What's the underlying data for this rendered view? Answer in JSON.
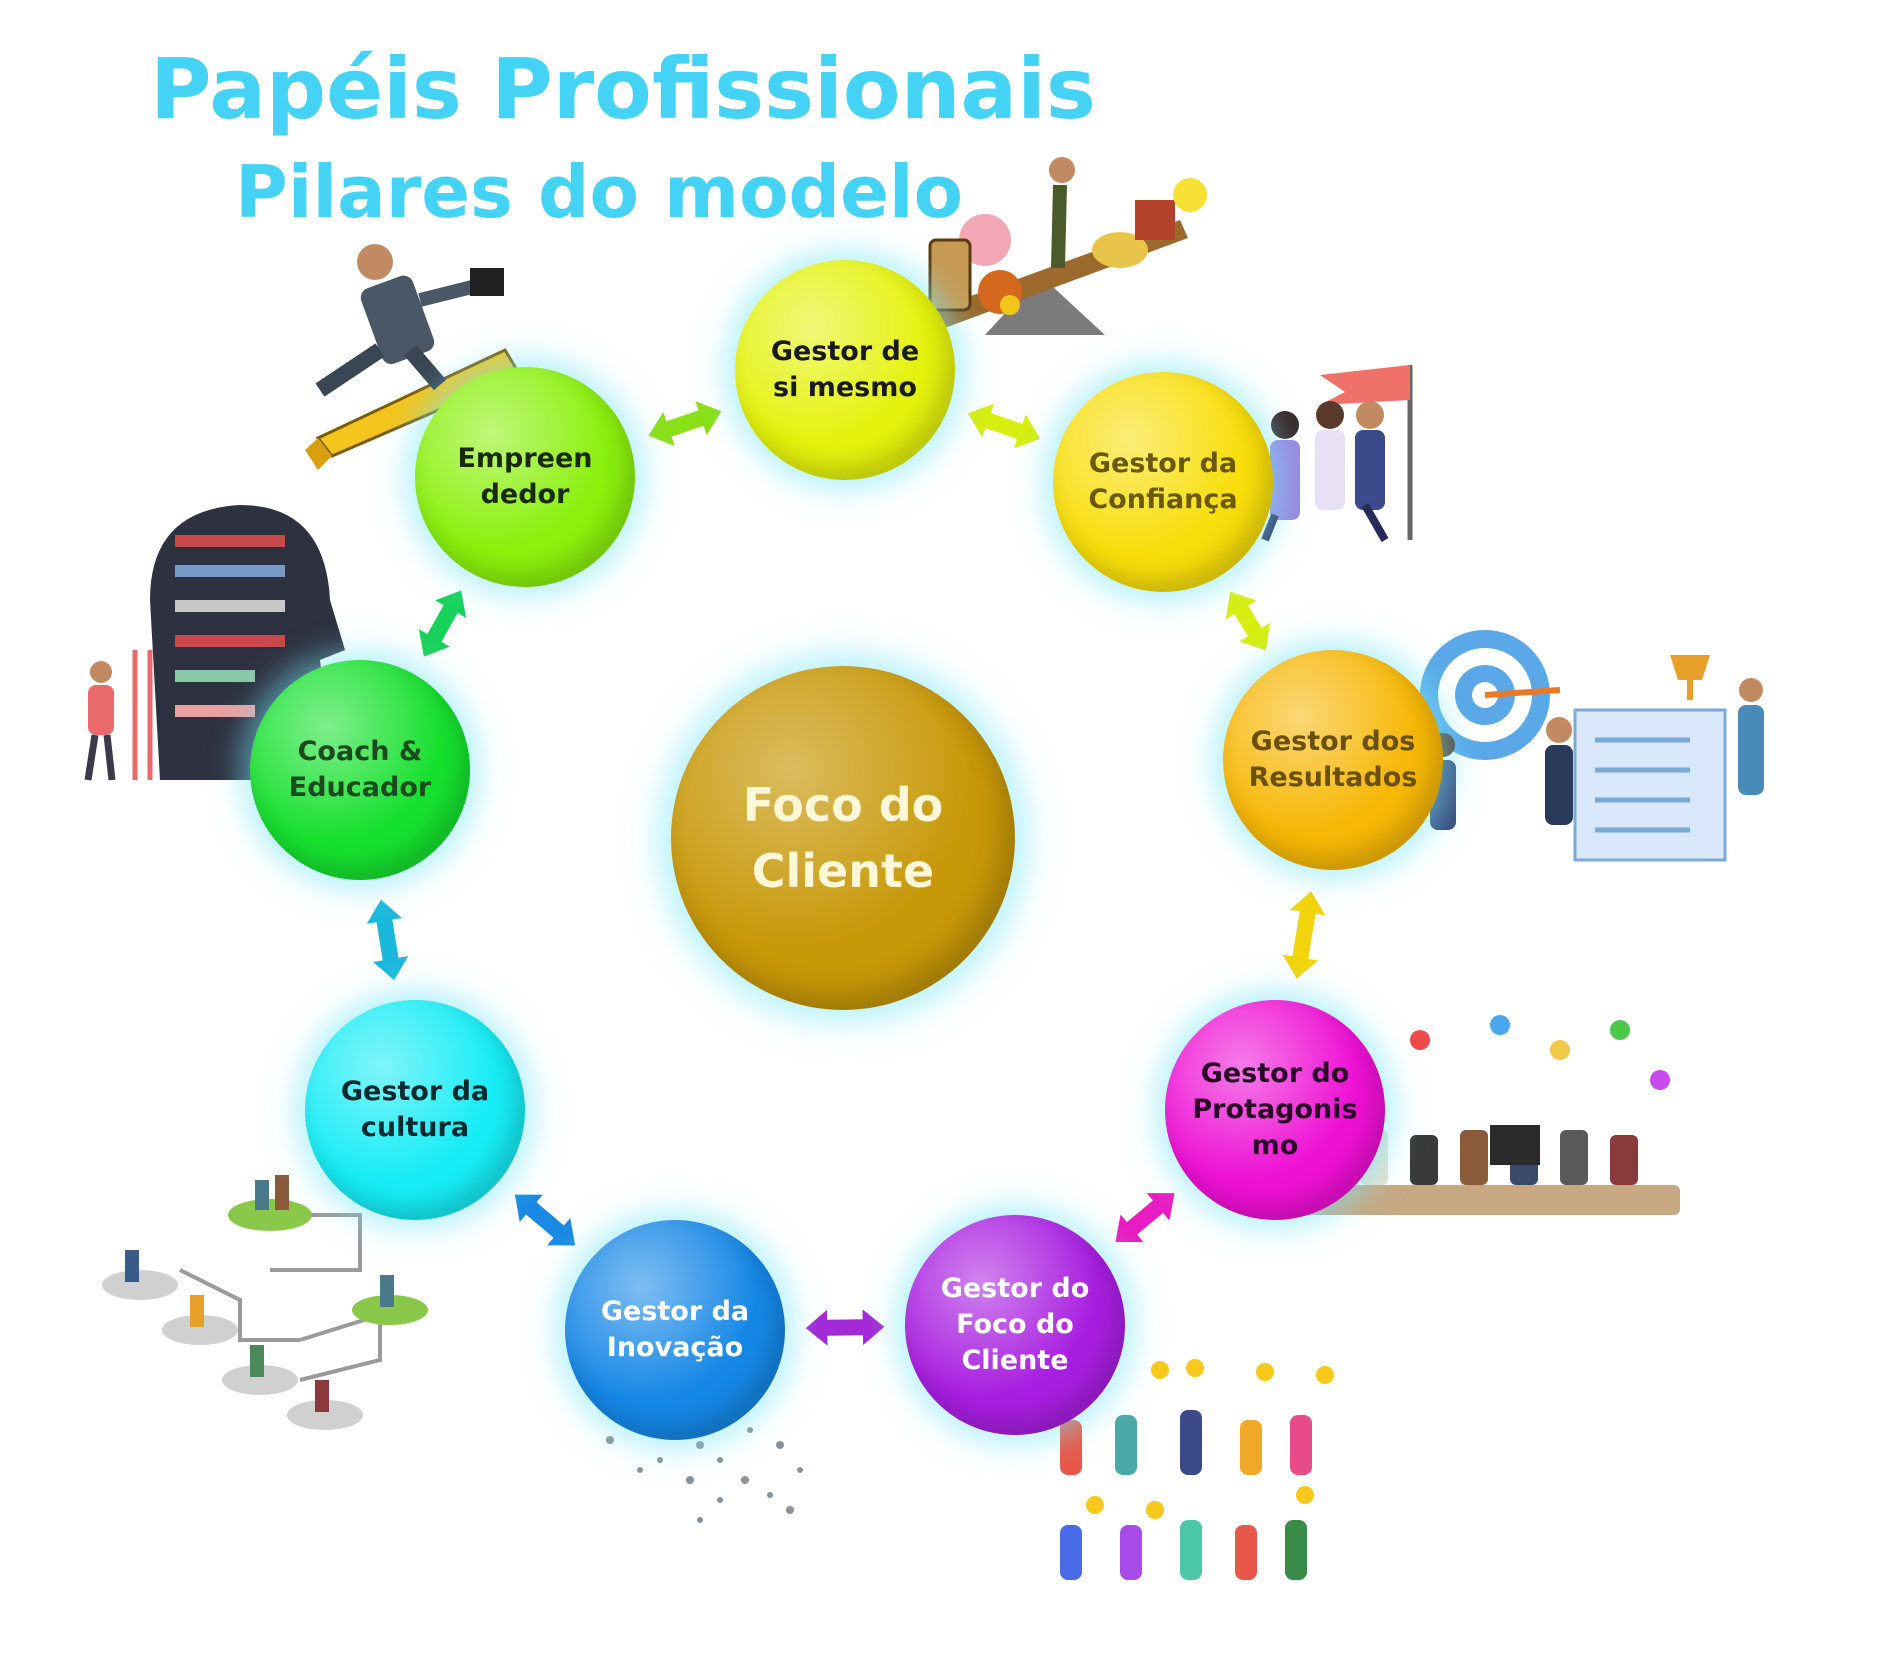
{
  "title": "Papéis Profissionais",
  "subtitle": "Pilares do modelo",
  "center": {
    "lines": [
      "Foco do",
      "Cliente"
    ],
    "color": "#c79808"
  },
  "nodes": [
    {
      "id": "gestor-de-si-mesmo",
      "lines": [
        "Gestor de",
        "si mesmo"
      ],
      "color": "#e4f20c",
      "text_color": "#1a1a1a"
    },
    {
      "id": "gestor-da-confianca",
      "lines": [
        "Gestor da",
        "Confiança"
      ],
      "color": "#f8de0a",
      "text_color": "#6a5a08"
    },
    {
      "id": "gestor-dos-resultados",
      "lines": [
        "Gestor dos",
        "Resultados"
      ],
      "color": "#f6b706",
      "text_color": "#6a5008"
    },
    {
      "id": "gestor-do-protagonismo",
      "lines": [
        "Gestor do",
        "Protagonis",
        "mo"
      ],
      "color": "#ee10d4",
      "text_color": "#2a0828"
    },
    {
      "id": "gestor-do-foco-do-cliente",
      "lines": [
        "Gestor do",
        "Foco do",
        "Cliente"
      ],
      "color": "#a81ee0",
      "text_color": "#ffffff"
    },
    {
      "id": "gestor-da-inovacao",
      "lines": [
        "Gestor da",
        "Inovação"
      ],
      "color": "#1587e6",
      "text_color": "#ffffff"
    },
    {
      "id": "gestor-da-cultura",
      "lines": [
        "Gestor da",
        "cultura"
      ],
      "color": "#16ecf5",
      "text_color": "#0a2a30"
    },
    {
      "id": "coach-educador",
      "lines": [
        "Coach &",
        "Educador"
      ],
      "color": "#16e02e",
      "text_color": "#1a4a1e"
    },
    {
      "id": "empreendedor",
      "lines": [
        "Empreen",
        "dedor"
      ],
      "color": "#8af00c",
      "text_color": "#1a2a08"
    }
  ],
  "arrows": [
    {
      "color": "#d8ee10"
    },
    {
      "color": "#d8ee10"
    },
    {
      "color": "#f2d40a"
    },
    {
      "color": "#e81cc2"
    },
    {
      "color": "#a42ad8"
    },
    {
      "color": "#1a8ae4"
    },
    {
      "color": "#1cb8dc"
    },
    {
      "color": "#18d25a"
    },
    {
      "color": "#8ae016"
    }
  ],
  "illustrations": [
    "businessman-hurdle-icon",
    "balance-scale-icon",
    "team-flag-icon",
    "target-checklist-icon",
    "meeting-table-icon",
    "star-people-icon",
    "particle-runner-icon",
    "network-people-icon",
    "book-head-icon"
  ]
}
